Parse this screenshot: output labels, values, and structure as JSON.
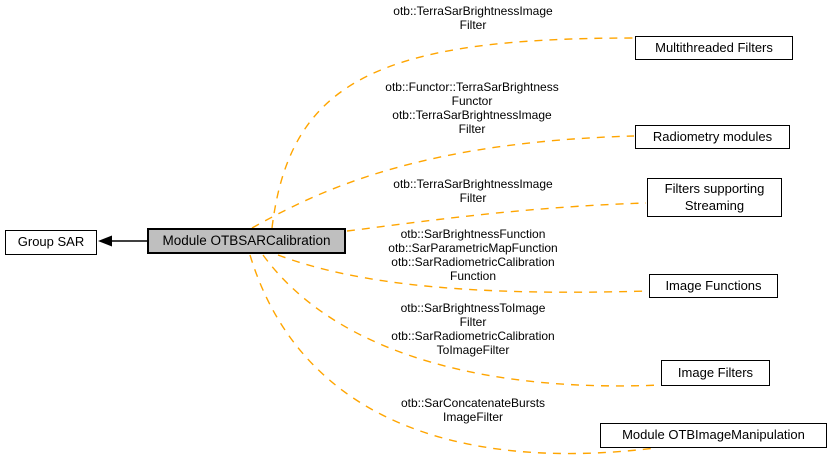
{
  "diagram": {
    "kind": "module-dependency-graph",
    "colors": {
      "background": "#ffffff",
      "dashed_edge": "#ffa500",
      "solid_edge": "#000000",
      "node_fill": "#ffffff",
      "current_node_fill": "#bfbfbf",
      "node_border": "#000000",
      "text": "#000000"
    },
    "nodes": {
      "group_sar": {
        "label": "Group SAR"
      },
      "main": {
        "label": "Module OTBSARCalibration"
      },
      "multithreaded_filters": {
        "label": "Multithreaded Filters"
      },
      "radiometry_modules": {
        "label": "Radiometry modules"
      },
      "filters_supporting_streaming": {
        "label": "Filters supporting Streaming"
      },
      "image_functions": {
        "label": "Image Functions"
      },
      "image_filters": {
        "label": "Image Filters"
      },
      "module_otbimagemanipulation": {
        "label": "Module OTBImageManipulation"
      }
    },
    "edge_labels": {
      "to_multithreaded_filters": {
        "lines": [
          "otb::TerraSarBrightnessImage",
          "Filter"
        ]
      },
      "to_radiometry_modules": {
        "lines": [
          "otb::Functor::TerraSarBrightness",
          "Functor",
          "otb::TerraSarBrightnessImage",
          "Filter"
        ]
      },
      "to_filters_supporting_streaming": {
        "lines": [
          "otb::TerraSarBrightnessImage",
          "Filter"
        ]
      },
      "to_image_functions": {
        "lines": [
          "otb::SarBrightnessFunction",
          "otb::SarParametricMapFunction",
          "otb::SarRadiometricCalibration",
          "Function"
        ]
      },
      "to_image_filters": {
        "lines": [
          "otb::SarBrightnessToImage",
          "Filter",
          "otb::SarRadiometricCalibration",
          "ToImageFilter"
        ]
      },
      "to_module_otbimagemanipulation": {
        "lines": [
          "otb::SarConcatenateBursts",
          "ImageFilter"
        ]
      }
    }
  }
}
